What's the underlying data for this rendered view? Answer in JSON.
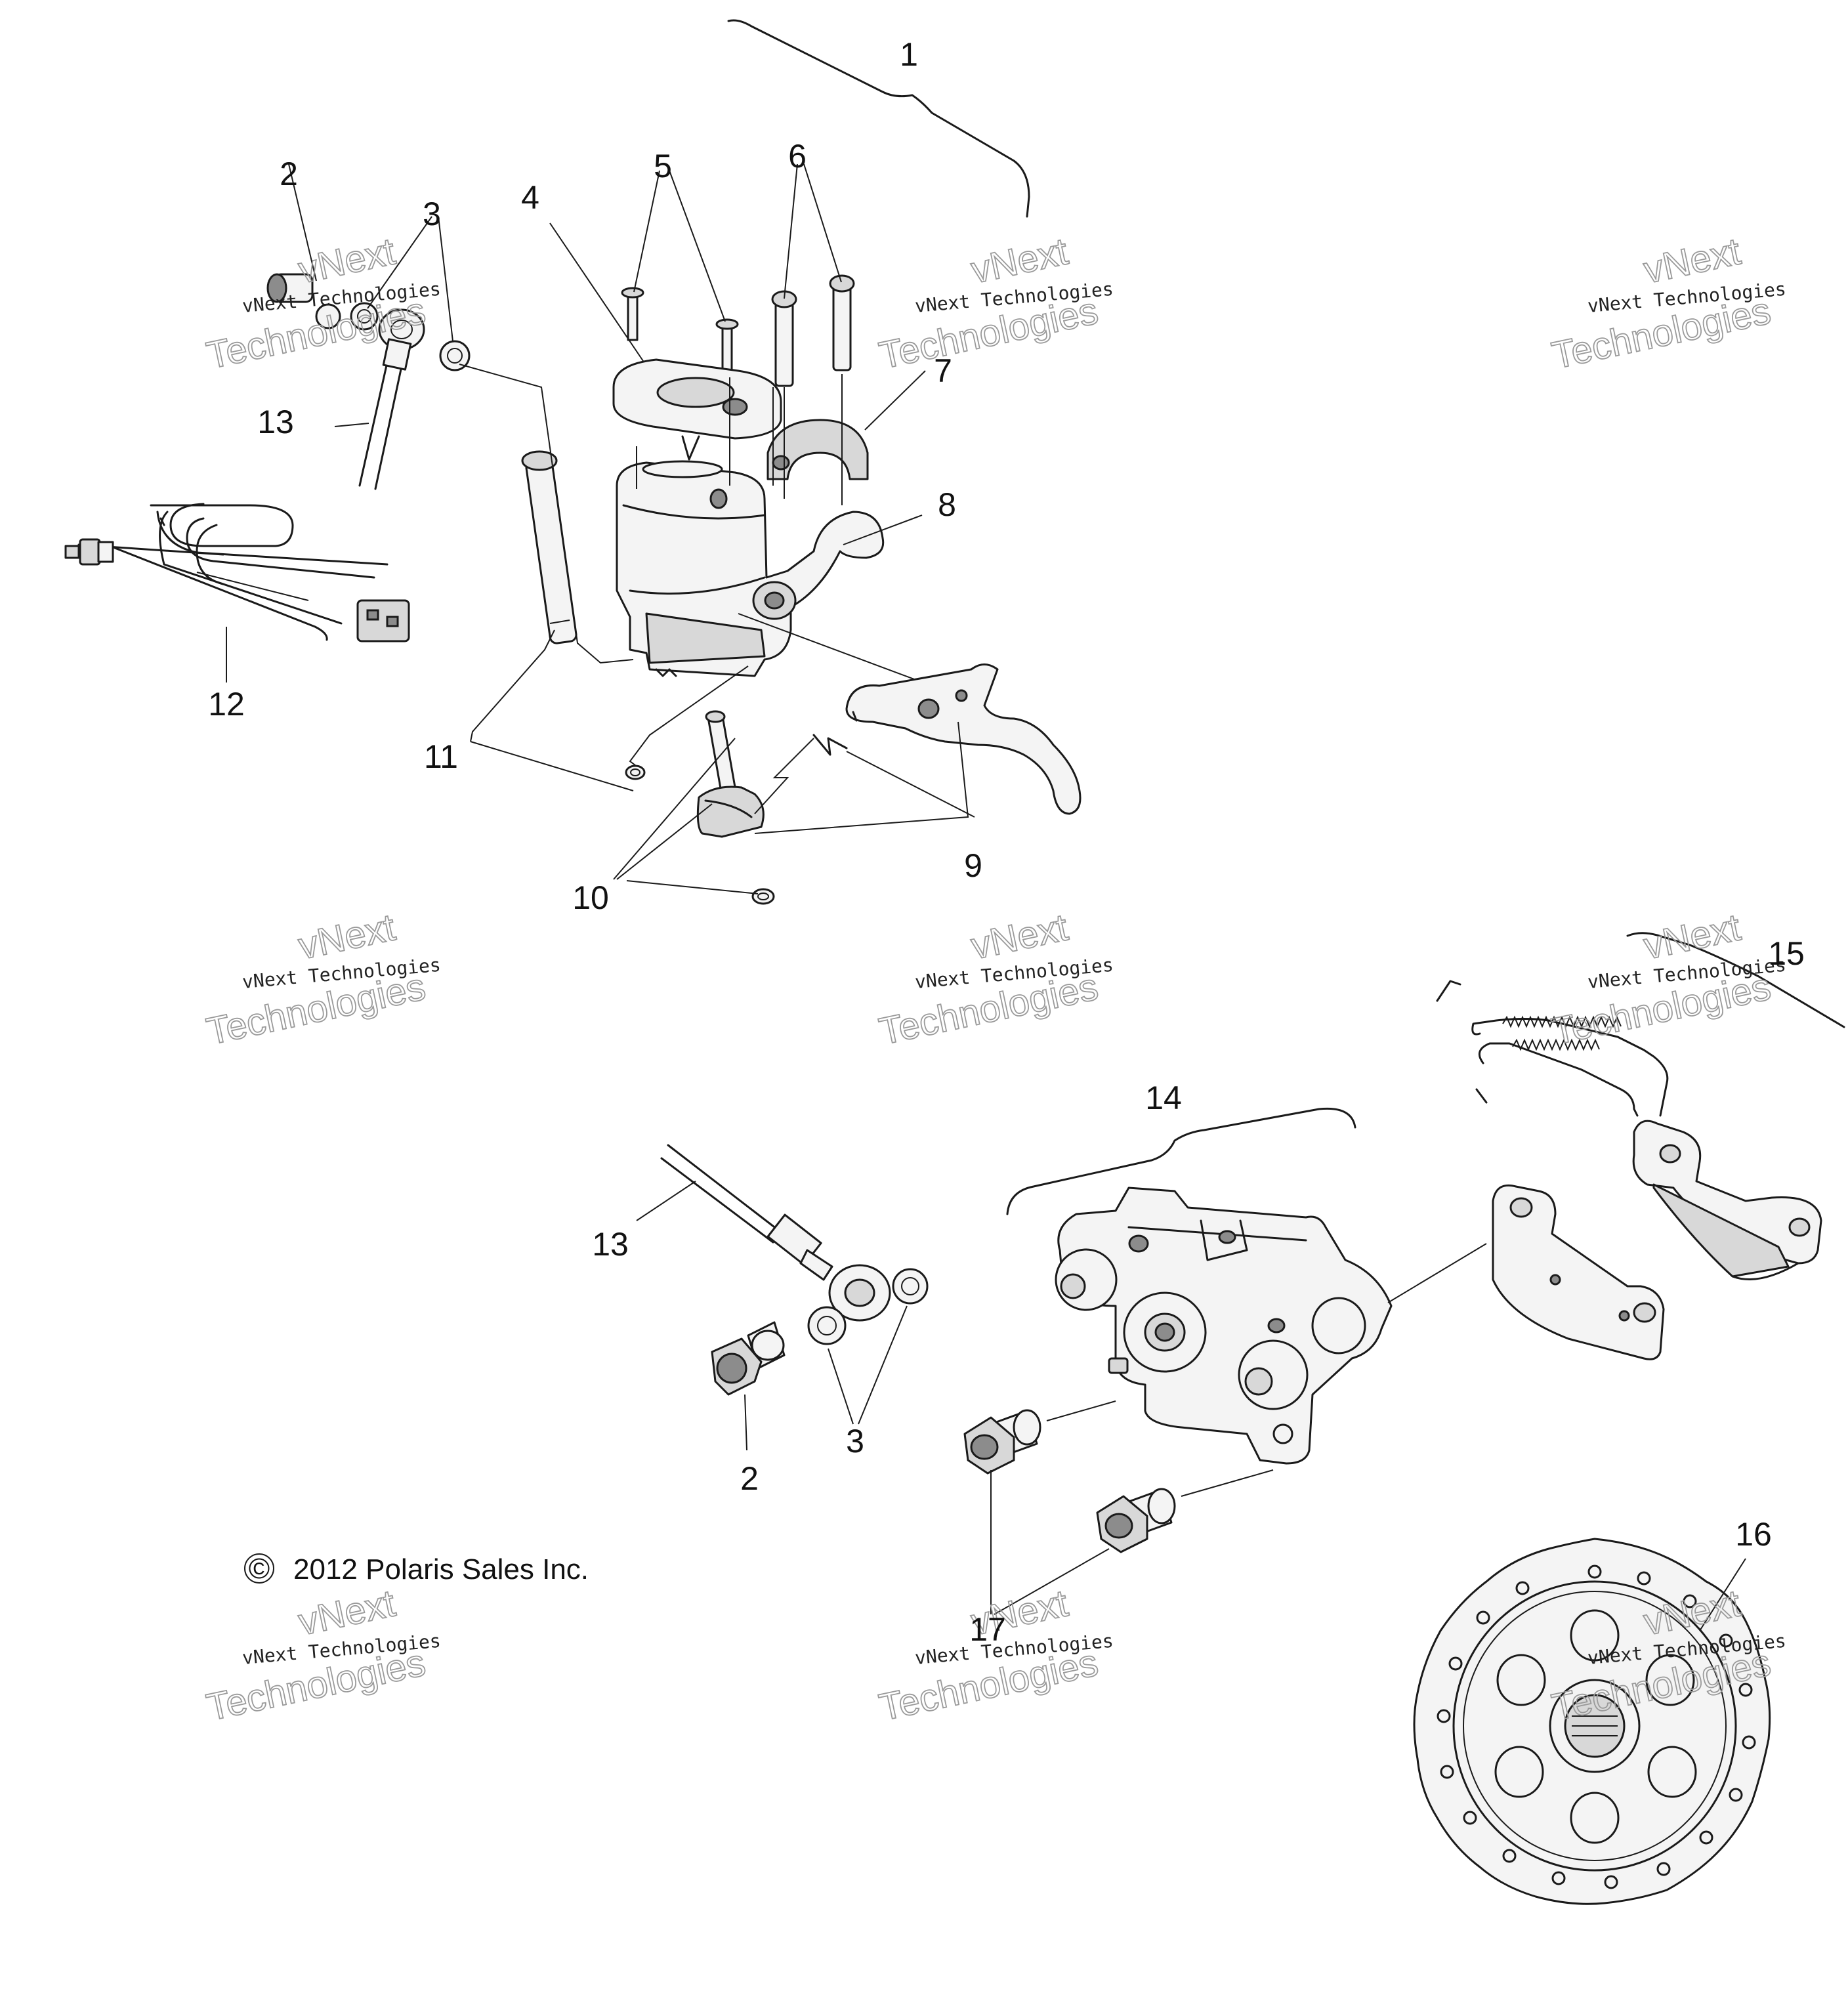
{
  "diagram": {
    "callouts": [
      "1",
      "2",
      "3",
      "4",
      "5",
      "6",
      "7",
      "8",
      "9",
      "10",
      "11",
      "12",
      "13",
      "13",
      "14",
      "15",
      "16",
      "17",
      "2",
      "3"
    ],
    "copyright": "2012 Polaris Sales Inc.",
    "copyright_symbol": "©",
    "watermark": {
      "line1": "vNext",
      "line2": "vNext Technologies",
      "line3": "Technologies"
    },
    "colors": {
      "line": "#1a1a1a",
      "part_fill": "#f4f4f4",
      "watermark_outline": "#9a9a9a"
    }
  }
}
